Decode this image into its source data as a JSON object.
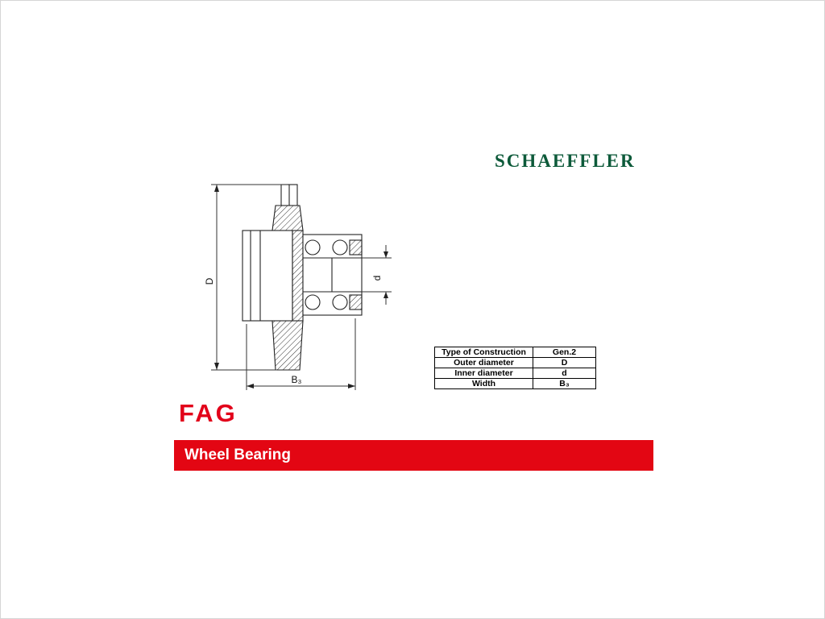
{
  "colors": {
    "schaeffler_green": "#0d5a3a",
    "fag_red": "#e2001a",
    "banner_red": "#e30613"
  },
  "schaeffler_logo": {
    "text": "SCHAEFFLER"
  },
  "fag_logo": {
    "text": "FAG"
  },
  "banner": {
    "label": "Wheel Bearing"
  },
  "spec_table": {
    "rows": [
      {
        "label": "Type of Construction",
        "value": "Gen.2"
      },
      {
        "label": "Outer diameter",
        "value": "D"
      },
      {
        "label": "Inner diameter",
        "value": "d"
      },
      {
        "label": "Width",
        "value": "B₃"
      }
    ]
  },
  "diagram": {
    "labels": {
      "outer_diameter": "D",
      "inner_diameter": "d",
      "width": "B₃"
    }
  }
}
